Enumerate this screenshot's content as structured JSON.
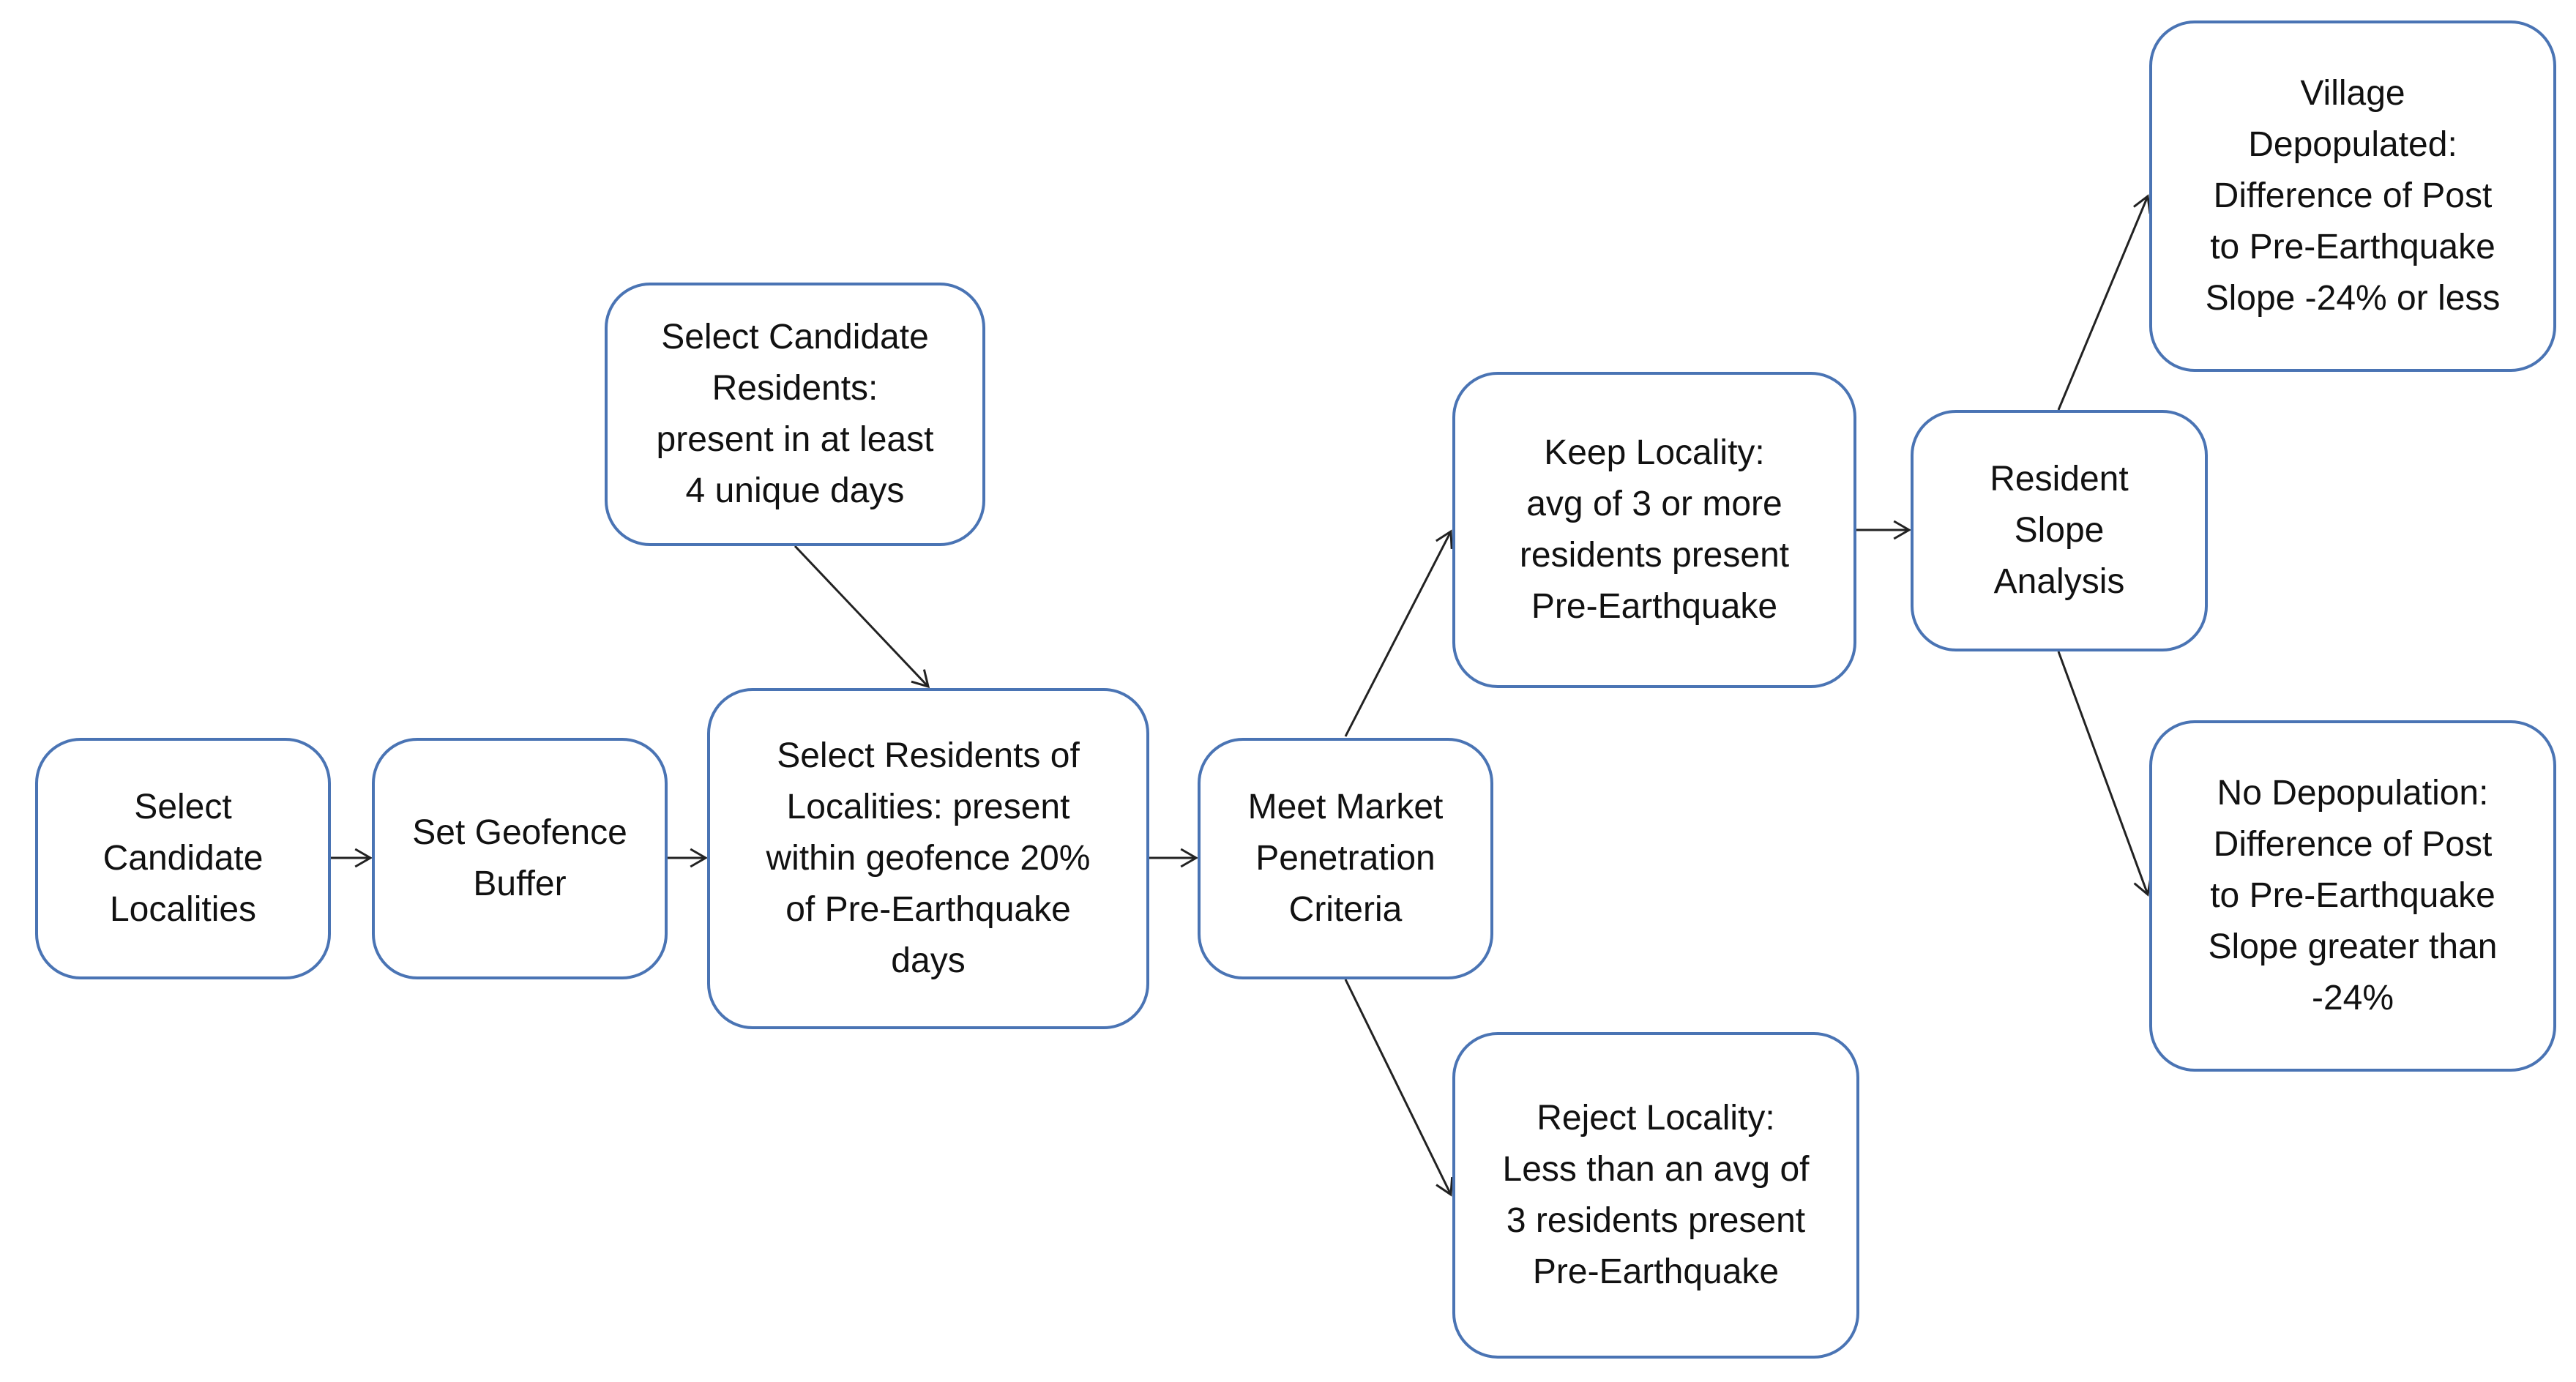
{
  "colors": {
    "box_border": "#4a74b4",
    "box_fill": "#ffffff",
    "text": "#111111",
    "arrow": "#222222",
    "background": "#ffffff"
  },
  "nodes": {
    "select_candidate_localities": {
      "lines": [
        "Select",
        "Candidate",
        "Localities"
      ]
    },
    "set_geofence_buffer": {
      "lines": [
        "Set Geofence",
        "Buffer"
      ]
    },
    "select_candidate_residents": {
      "lines": [
        "Select Candidate",
        "Residents:",
        "present in at least",
        "4 unique days"
      ]
    },
    "select_residents_of_localities": {
      "lines": [
        "Select Residents of",
        "Localities: present",
        "within geofence 20%",
        "of Pre-Earthquake",
        "days"
      ]
    },
    "meet_market_penetration_criteria": {
      "lines": [
        "Meet Market",
        "Penetration",
        "Criteria"
      ]
    },
    "keep_locality": {
      "lines": [
        "Keep Locality:",
        "avg of 3 or more",
        "residents present",
        "Pre-Earthquake"
      ]
    },
    "reject_locality": {
      "lines": [
        "Reject Locality:",
        "Less than an avg of",
        "3 residents present",
        "Pre-Earthquake"
      ]
    },
    "resident_slope_analysis": {
      "lines": [
        "Resident",
        "Slope",
        "Analysis"
      ]
    },
    "village_depopulated": {
      "lines": [
        "Village",
        "Depopulated:",
        "Difference of Post",
        "to Pre-Earthquake",
        "Slope -24% or less"
      ]
    },
    "no_depopulation": {
      "lines": [
        "No Depopulation:",
        "Difference of Post",
        "to Pre-Earthquake",
        "Slope greater than",
        "-24%"
      ]
    }
  },
  "edges": [
    {
      "from": "select_candidate_localities",
      "to": "set_geofence_buffer"
    },
    {
      "from": "set_geofence_buffer",
      "to": "select_residents_of_localities"
    },
    {
      "from": "select_candidate_residents",
      "to": "select_residents_of_localities"
    },
    {
      "from": "select_residents_of_localities",
      "to": "meet_market_penetration_criteria"
    },
    {
      "from": "meet_market_penetration_criteria",
      "to": "keep_locality"
    },
    {
      "from": "meet_market_penetration_criteria",
      "to": "reject_locality"
    },
    {
      "from": "keep_locality",
      "to": "resident_slope_analysis"
    },
    {
      "from": "resident_slope_analysis",
      "to": "village_depopulated"
    },
    {
      "from": "resident_slope_analysis",
      "to": "no_depopulation"
    }
  ]
}
